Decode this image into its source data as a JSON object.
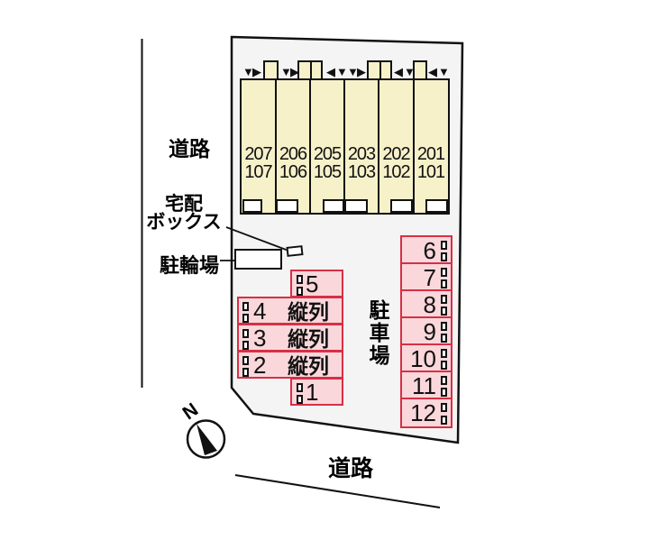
{
  "colors": {
    "site_fill": "#f4f4f4",
    "building_fill": "#f6f1c9",
    "parking_fill": "#f9d7db",
    "parking_border": "#d63045",
    "line": "#111111"
  },
  "labels": {
    "road_left": "道路",
    "road_bottom": "道路",
    "delivery_box_line1": "宅配",
    "delivery_box_line2": "ボックス",
    "bicycle_parking": "駐輪場",
    "parking_lot": "駐車場",
    "north": "N"
  },
  "icons": {
    "arrow_down": "▼",
    "arrow_right": "▶",
    "arrow_left": "◀"
  },
  "building": {
    "units": [
      {
        "upper": "207",
        "lower": "107"
      },
      {
        "upper": "206",
        "lower": "106"
      },
      {
        "upper": "205",
        "lower": "105"
      },
      {
        "upper": "203",
        "lower": "103"
      },
      {
        "upper": "202",
        "lower": "102"
      },
      {
        "upper": "201",
        "lower": "101"
      }
    ]
  },
  "parking": {
    "tandem_label": "縦列",
    "left_spaces": [
      {
        "number": "5"
      },
      {
        "number": "4",
        "tandem": "縦列"
      },
      {
        "number": "3",
        "tandem": "縦列"
      },
      {
        "number": "2",
        "tandem": "縦列"
      },
      {
        "number": "1"
      }
    ],
    "right_spaces": [
      {
        "number": "6"
      },
      {
        "number": "7"
      },
      {
        "number": "8"
      },
      {
        "number": "9"
      },
      {
        "number": "10"
      },
      {
        "number": "11"
      },
      {
        "number": "12"
      }
    ]
  }
}
